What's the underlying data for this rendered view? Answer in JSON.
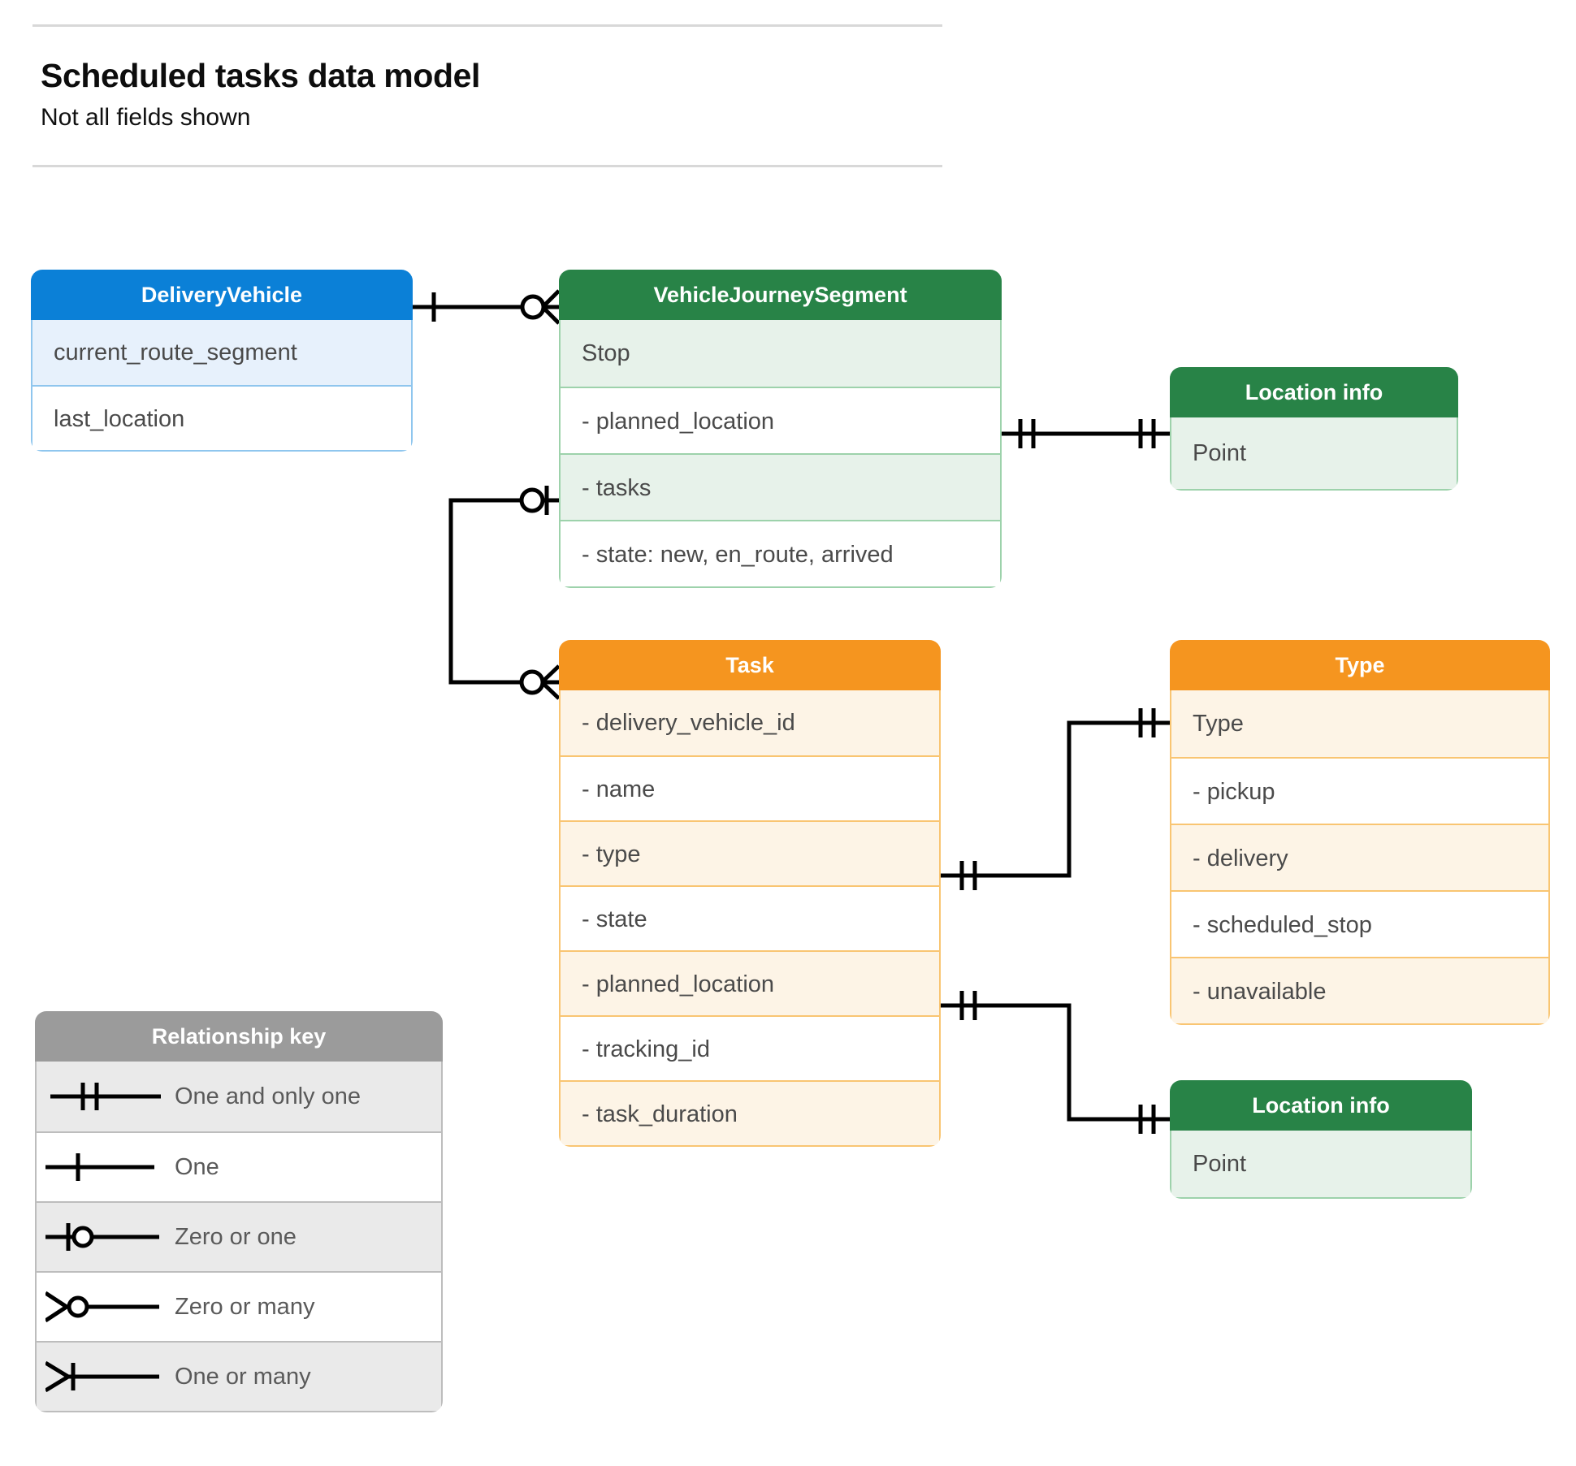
{
  "header": {
    "title": "Scheduled tasks data model",
    "subtitle": "Not all fields shown"
  },
  "colors": {
    "blue_header": "#0b80d7",
    "blue_row": "#e7f1fc",
    "blue_border": "#8fc6ee",
    "green_header": "#288347",
    "green_row": "#e7f2ea",
    "green_border": "#9dd2ab",
    "orange_header": "#f5951f",
    "orange_row": "#fdf4e6",
    "orange_border": "#f9c572",
    "grey_header": "#9b9b9b",
    "grey_row": "#eaeaea",
    "grey_border": "#bdbdbd",
    "connector": "#000000",
    "text": "#4a4a4a",
    "rule": "#d8d8d8"
  },
  "entities": {
    "delivery_vehicle": {
      "title": "DeliveryVehicle",
      "rows": [
        "current_route_segment",
        "last_location"
      ]
    },
    "vehicle_journey_segment": {
      "title": "VehicleJourneySegment",
      "rows": [
        "Stop",
        "-  planned_location",
        "- tasks",
        "- state: new, en_route, arrived"
      ]
    },
    "location_info_top": {
      "title": "Location info",
      "rows": [
        "Point"
      ]
    },
    "task": {
      "title": "Task",
      "rows": [
        "- delivery_vehicle_id",
        "- name",
        "- type",
        "- state",
        "- planned_location",
        "- tracking_id",
        "- task_duration"
      ]
    },
    "type": {
      "title": "Type",
      "rows": [
        "Type",
        "-   pickup",
        "-   delivery",
        "-   scheduled_stop",
        "-   unavailable"
      ]
    },
    "location_info_bottom": {
      "title": "Location info",
      "rows": [
        "Point"
      ]
    }
  },
  "relationship_key": {
    "title": "Relationship key",
    "items": [
      {
        "symbol": "one-and-only-one",
        "label": "One and only one"
      },
      {
        "symbol": "one",
        "label": "One"
      },
      {
        "symbol": "zero-or-one",
        "label": "Zero or one"
      },
      {
        "symbol": "zero-or-many",
        "label": "Zero or many"
      },
      {
        "symbol": "one-or-many",
        "label": "One or many"
      }
    ]
  },
  "relationships": [
    {
      "name": "deliveryvehicle-to-vehiclejourneysegment",
      "from": "DeliveryVehicle",
      "from_cardinality": "One",
      "to": "VehicleJourneySegment",
      "to_cardinality": "Zero or many"
    },
    {
      "name": "vehiclejourneysegment-plannedlocation-to-locationinfo",
      "from": "VehicleJourneySegment.planned_location",
      "from_cardinality": "One and only one",
      "to": "Location info",
      "to_cardinality": "One and only one"
    },
    {
      "name": "vehiclejourneysegment-tasks-to-task",
      "from": "VehicleJourneySegment.tasks",
      "from_cardinality": "Zero or one",
      "to": "Task",
      "to_cardinality": "Zero or many"
    },
    {
      "name": "task-type-to-type",
      "from": "Task.type",
      "from_cardinality": "One and only one",
      "to": "Type",
      "to_cardinality": "One and only one"
    },
    {
      "name": "task-plannedlocation-to-locationinfo",
      "from": "Task.planned_location",
      "from_cardinality": "One and only one",
      "to": "Location info",
      "to_cardinality": "One and only one"
    }
  ]
}
